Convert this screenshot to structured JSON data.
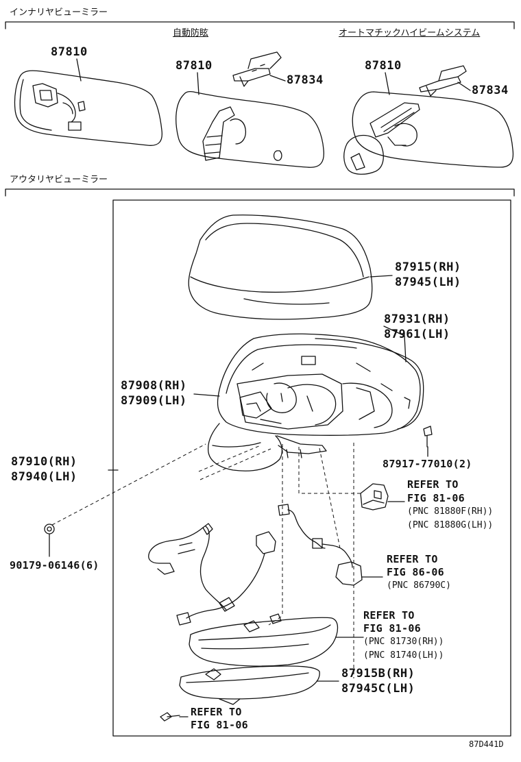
{
  "sections": {
    "inner": "インナリヤビューミラー",
    "outer": "アウタリヤビューミラー"
  },
  "variants": {
    "auto_dimming": "自動防眩",
    "auto_high_beam": "オートマチックハイビームシステム"
  },
  "parts": {
    "inner_mirror_1": "87810",
    "inner_mirror_2": "87810",
    "inner_mirror_3": "87810",
    "cover_2": "87834",
    "cover_3": "87834",
    "cover_rh": "87915(RH)",
    "cover_lh": "87945(LH)",
    "glass_rh": "87931(RH)",
    "glass_lh": "87961(LH)",
    "sub_rh": "87908(RH)",
    "sub_lh": "87909(LH)",
    "assy_rh": "87910(RH)",
    "assy_lh": "87940(LH)",
    "screw": "87917-77010(2)",
    "nut": "90179-06146(6)",
    "trim_rh": "87915B(RH)",
    "trim_lh": "87945C(LH)"
  },
  "refs": {
    "r1": {
      "a": "REFER TO",
      "b": "FIG 81-06",
      "c": "(PNC 81880F(RH))",
      "d": "(PNC 81880G(LH))"
    },
    "r2": {
      "a": "REFER TO",
      "b": "FIG 86-06",
      "c": "(PNC 86790C)"
    },
    "r3": {
      "a": "REFER TO",
      "b": "FIG 81-06",
      "c": "(PNC 81730(RH))",
      "d": "(PNC 81740(LH))"
    },
    "r4": {
      "a": "REFER TO",
      "b": "FIG 81-06"
    }
  },
  "figure_code": "87D441D"
}
